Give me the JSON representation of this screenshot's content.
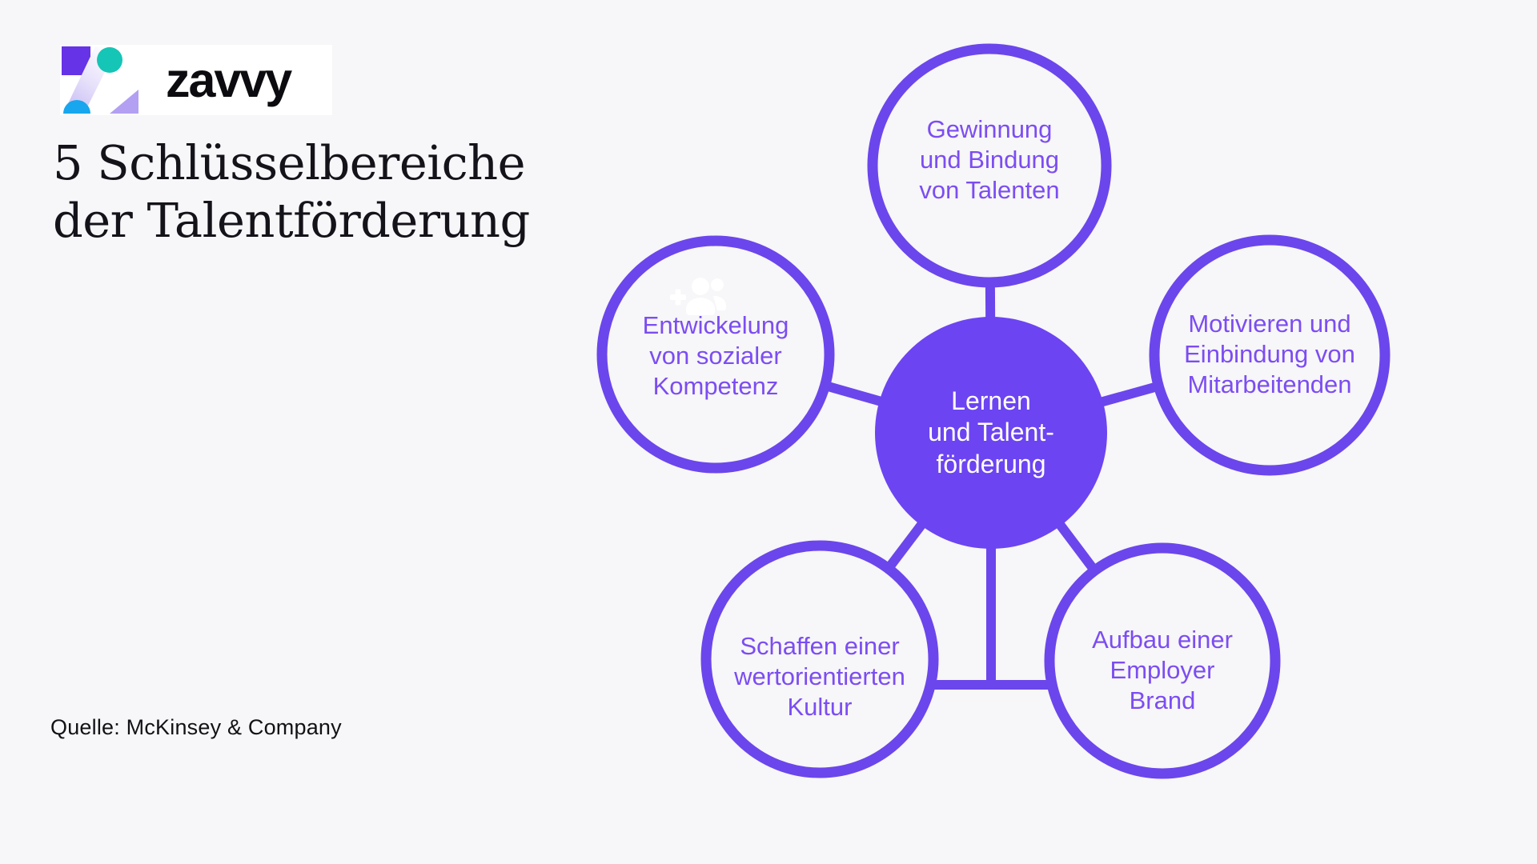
{
  "page": {
    "background_color": "#f7f6f8"
  },
  "logo": {
    "wordmark": "zavvy",
    "colors": {
      "square_purple": "#6633e6",
      "circle_teal": "#15c5b5",
      "semicircle_blue": "#18a6ee",
      "triangle_lavender": "#b3a0f3",
      "plate": "#ffffff"
    }
  },
  "title": {
    "line1": "5 Schlüsselbereiche",
    "line2": "der Talentförderung"
  },
  "source": {
    "text": "Quelle: McKinsey & Company"
  },
  "diagram": {
    "type": "hub-and-spoke",
    "colors": {
      "ring_stroke": "#6b46ec",
      "connector": "#6b46ec",
      "hub_fill": "#6c44f2",
      "node_text": "#7b4df2",
      "hub_text": "#ffffff",
      "node_fill": "#f7f6f8"
    },
    "hub": {
      "label_lines": [
        "Lernen",
        "und Talent-",
        "förderung"
      ]
    },
    "nodes": [
      {
        "id": "top",
        "label_lines": [
          "Gewinnung",
          "und Bindung",
          "von Talenten"
        ]
      },
      {
        "id": "right",
        "label_lines": [
          "Motivieren und",
          "Einbindung von",
          "Mitarbeitenden"
        ]
      },
      {
        "id": "left",
        "label_lines": [
          "Entwickelung",
          "von sozialer",
          "Kompetenz"
        ],
        "icon": "add-user-icon"
      },
      {
        "id": "bottom-left",
        "label_lines": [
          "Schaffen einer",
          "wertorientierten",
          "Kultur"
        ]
      },
      {
        "id": "bottom-right",
        "label_lines": [
          "Aufbau einer",
          "Employer",
          "Brand"
        ]
      }
    ]
  }
}
